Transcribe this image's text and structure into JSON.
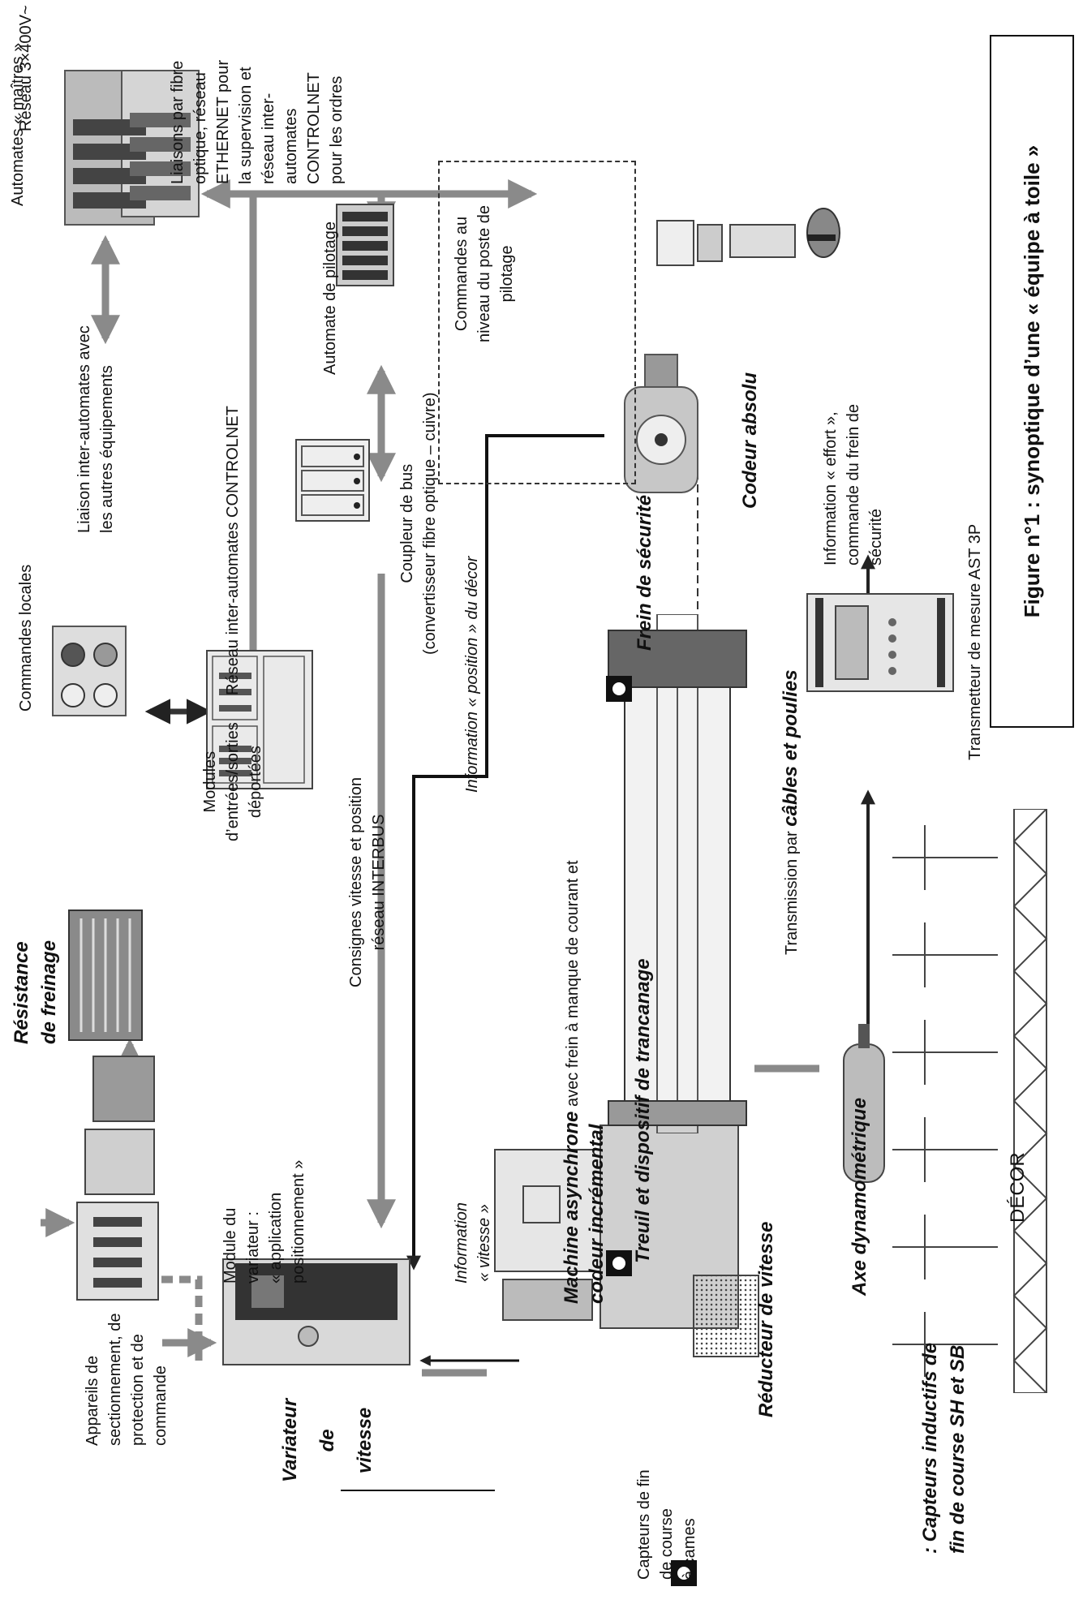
{
  "figure": {
    "title": "Figure n°1 : synoptique d’une « équipe à toile »"
  },
  "labels": {
    "automates_maitres": "Automates « maîtres »",
    "liaisons_fibre": [
      "Liaisons par fibre",
      "optique, réseau",
      "ETHERNET pour",
      "la supervision et",
      "réseau inter-",
      "automates",
      "CONTROLNET",
      "pour les ordres"
    ],
    "commandes_poste": [
      "Commandes au",
      "niveau du poste de",
      "pilotage"
    ],
    "liaison_inter": [
      "Liaison inter-automates avec",
      "les autres équipements"
    ],
    "automate_pilotage": "Automate de pilotage",
    "reseau_controlnet": "Réseau inter-automates CONTROLNET",
    "coupleur_bus": [
      "Coupleur de bus",
      "(convertisseur fibre optique – cuivre)"
    ],
    "codeur_absolu": "Codeur absolu",
    "info_effort": [
      "Information « effort »,",
      "commande du frein de",
      "sécurité"
    ],
    "transmetteur": "Transmetteur de mesure AST 3P",
    "commandes_locales": "Commandes locales",
    "consignes": [
      "Consignes vitesse et position",
      "réseau INTERBUS"
    ],
    "info_position": "Information « position » du décor",
    "frein_securite": "Frein de sécurité",
    "resistance": [
      "Résistance",
      "de freinage"
    ],
    "modules_es": [
      "Modules",
      "d’entrées/sorties",
      "déportées"
    ],
    "machine_async_bold": "Machine asynchrone",
    "machine_async_rest": " avec frein à manque de courant et",
    "codeur_incremental": "codeur incrémental",
    "treuil": "Treuil et dispositif de trancanage",
    "transmission_pre": "Transmission par ",
    "transmission_bold": "câbles et poulies",
    "reseau_400": "Réseau 3×400V~",
    "module_variateur": [
      "Module du",
      "variateur :",
      "« application",
      "positionnement »"
    ],
    "info_vitesse": [
      "Information",
      "« vitesse »"
    ],
    "axe_dyn": "Axe dynamométrique",
    "decor": "DÉCOR",
    "appareils": [
      "Appareils de",
      "sectionnement, de",
      "protection et de",
      "commande"
    ],
    "variateur": [
      "Variateur",
      "de",
      "vitesse"
    ],
    "reducteur": "Réducteur de vitesse",
    "capteurs_cames": [
      "Capteurs de fin",
      "de course",
      "à cames"
    ],
    "capteurs_inductifs": [
      "Capteurs inductifs de",
      "fin de course SH et SB"
    ],
    "capteurs_prefix": ": "
  }
}
